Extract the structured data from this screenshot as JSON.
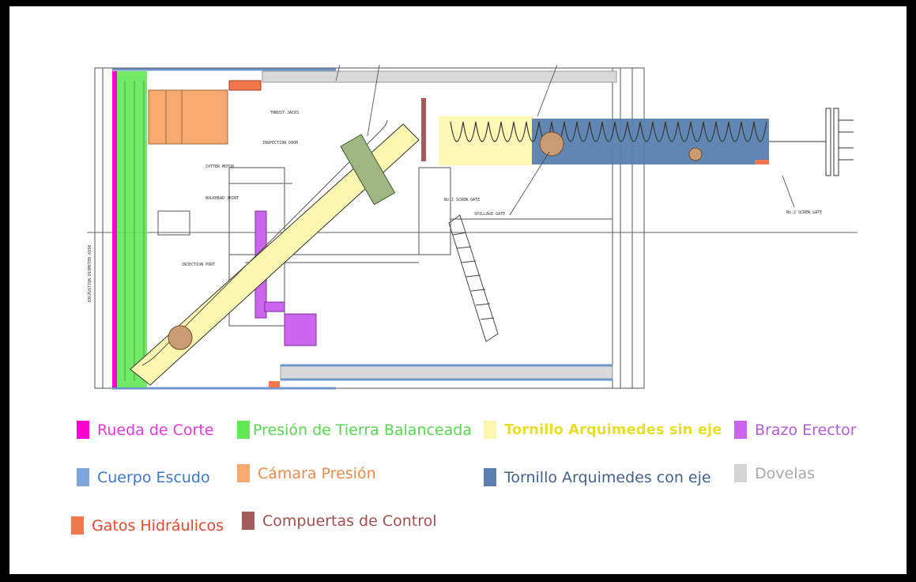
{
  "diagram": {
    "callouts": [
      "THRUST JACKS",
      "INSPECTION DOOR",
      "CUTTER MOTOR",
      "BULKHEAD JOINT",
      "INJECTION PORT",
      "No.1 SCREW GATE",
      "SPILLAGE GATE",
      "No.2 SCREW GATE"
    ],
    "side_label": "EXCAVATION DIAMETER 6550"
  },
  "legend": [
    {
      "label": "Rueda de Corte",
      "color": "#ff00d2",
      "text_color": "#e23ad8"
    },
    {
      "label": "Presión de Tierra Balanceada",
      "color": "#63e855",
      "text_color": "#57d94d"
    },
    {
      "label": "Tornillo Arquimedes  sin eje",
      "color": "#fbf7b0",
      "text_color": "#e7df28"
    },
    {
      "label": "Brazo Erector",
      "color": "#cc66ee",
      "text_color": "#b35ad9"
    },
    {
      "label": "Cuerpo Escudo",
      "color": "#7ea6dc",
      "text_color": "#3a78c9"
    },
    {
      "label": "Cámara Presión",
      "color": "#f6aa70",
      "text_color": "#ee8a4a"
    },
    {
      "label": "Tornillo Arquimedes  con eje",
      "color": "#5a7fae",
      "text_color": "#44618d"
    },
    {
      "label": "Dovelas",
      "color": "#d4d4d4",
      "text_color": "#a9a9a9"
    },
    {
      "label": "Gatos Hidráulicos",
      "color": "#f2774d",
      "text_color": "#e8472b"
    },
    {
      "label": "Compuertas de Control",
      "color": "#a35b5b",
      "text_color": "#a0504f"
    }
  ]
}
